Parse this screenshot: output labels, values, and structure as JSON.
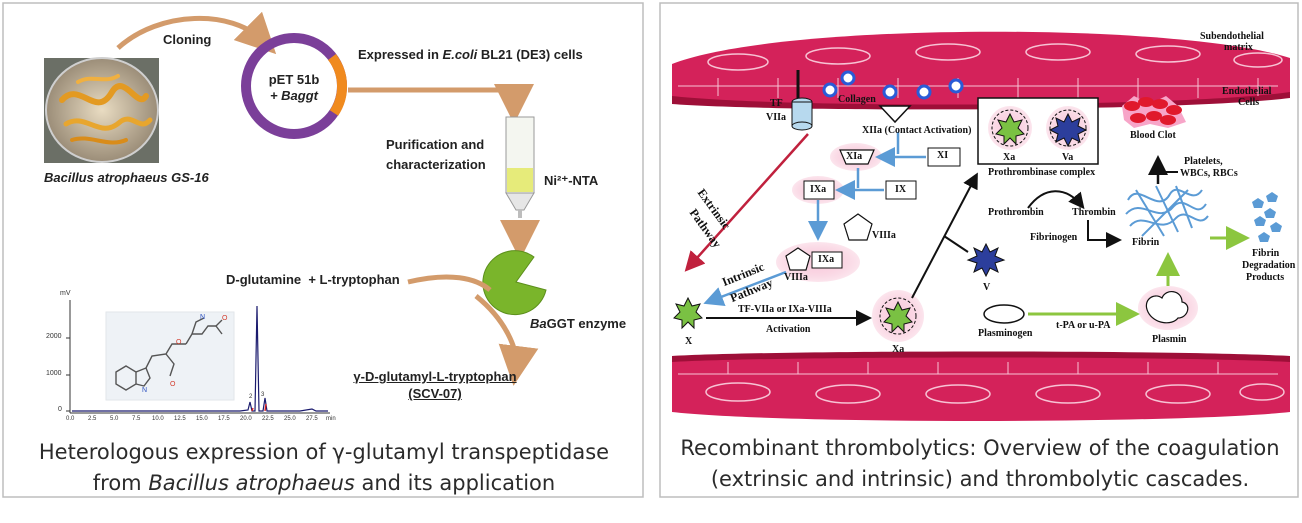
{
  "left": {
    "cloning_label": "Cloning",
    "plasmid": {
      "line1": "pET 51b",
      "line2": "+ Baggt"
    },
    "expressed": {
      "prefix": "Expressed in ",
      "organism": "E.coli",
      "suffix": " BL21 (DE3) cells"
    },
    "purification": {
      "line1": "Purification and",
      "line2": "characterization"
    },
    "column_label": "Ni²⁺-NTA",
    "bacteria_label": "Bacillus atrophaeus GS-16",
    "enzyme": {
      "prefix": "Ba",
      "suffix": "GGT enzyme"
    },
    "substrates": "D-glutamine  + L-tryptophan",
    "product": {
      "line1": "γ-D-glutamyl-L-tryptophan",
      "line2": "(SCV-07)"
    },
    "chromatogram": {
      "y_unit": "mV",
      "y_ticks": [
        "2000",
        "1000",
        "0"
      ],
      "x_ticks": [
        "0.0",
        "2.5",
        "5.0",
        "7.5",
        "10.0",
        "12.5",
        "15.0",
        "17.5",
        "20.0",
        "22.5",
        "25.0",
        "27.5"
      ],
      "x_unit": "min",
      "peak_labels": [
        "2",
        "3"
      ]
    },
    "caption": {
      "line1": "Heterologous expression of γ-glutamyl transpeptidase",
      "line2_prefix": "from ",
      "line2_italic": "Bacillus atrophaeus",
      "line2_suffix": " and its application"
    },
    "colors": {
      "arrow": "#d39b6b",
      "plasmid_ring": "#7b3f99",
      "plasmid_insert": "#f08a1e",
      "enzyme": "#7ab52b",
      "column": "#e6eb7a"
    }
  },
  "right": {
    "labels": {
      "subendothelial": "Subendothelial",
      "matrix": "matrix",
      "endothelial": "Endothelial",
      "cells": "Cells",
      "tf": "TF",
      "viia": "VIIa",
      "collagen": "Collagen",
      "xiia": "XIIa (Contact Activation)",
      "xi": "XI",
      "xia": "XIa",
      "ix": "IX",
      "ixa": "IXa",
      "viiia_1": "VIIIa",
      "viiia_2": "VIIIa",
      "ixa_2": "IXa",
      "xa_box": "Xa",
      "va_box": "Va",
      "prothrombinase": "Prothrombinase complex",
      "prothrombin": "Prothrombin",
      "thrombin": "Thrombin",
      "fibrinogen": "Fibrinogen",
      "fibrin": "Fibrin",
      "blood_clot": "Blood Clot",
      "platelets": "Platelets,",
      "wbcs": "WBCs, RBCs",
      "fdp1": "Fibrin",
      "fdp2": "Degradation",
      "fdp3": "Products",
      "extrinsic": "Extrinsic",
      "pathway_ext": "Pathway",
      "intrinsic": "Intrinsic",
      "pathway_int": "Pathway",
      "v": "V",
      "x": "X",
      "xa": "Xa",
      "activation1": "TF-VIIa or IXa-VIIIa",
      "activation2": "Activation",
      "plasminogen": "Plasminogen",
      "tpa": "t-PA or u-PA",
      "plasmin": "Plasmin"
    },
    "caption": {
      "line1": "Recombinant thrombolytics: Overview of the coagulation",
      "line2": "(extrinsic and intrinsic) and thrombolytic cascades."
    },
    "colors": {
      "vessel": "#d4225a",
      "vessel_dark": "#b0123f",
      "highlight": "#f4a9c4",
      "blue": "#5b9bd5",
      "green": "#8cc63f",
      "factor_green": "#7ac143",
      "va_blue": "#2c3e9c",
      "extrinsic_arrow": "#c0213d"
    }
  }
}
